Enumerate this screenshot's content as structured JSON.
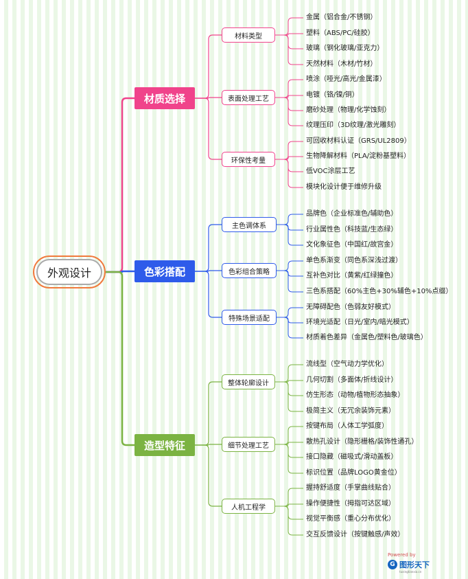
{
  "root": {
    "label": "外观设计"
  },
  "branches": [
    {
      "label": "材质选择",
      "color": "#f0438b",
      "subs": [
        {
          "label": "材料类型",
          "leaves": [
            "金属（铝合金/不锈钢）",
            "塑料（ABS/PC/硅胶）",
            "玻璃（钢化玻璃/亚克力）",
            "天然材料（木材/竹材）"
          ]
        },
        {
          "label": "表面处理工艺",
          "leaves": [
            "喷涂（哑光/高光/金属漆）",
            "电镀（铬/镍/铜）",
            "磨砂处理（物理/化学蚀刻）",
            "纹理压印（3D纹理/激光雕刻）"
          ]
        },
        {
          "label": "环保性考量",
          "leaves": [
            "可回收材料认证（GRS/UL2809）",
            "生物降解材料（PLA/淀粉基塑料）",
            "低VOC涂层工艺",
            "模块化设计便于维修升级"
          ]
        }
      ]
    },
    {
      "label": "色彩搭配",
      "color": "#2e5bea",
      "subs": [
        {
          "label": "主色调体系",
          "leaves": [
            "品牌色（企业标准色/辅助色）",
            "行业属性色（科技蓝/生态绿）",
            "文化象征色（中国红/故宫金）"
          ]
        },
        {
          "label": "色彩组合策略",
          "leaves": [
            "单色系渐变（同色系深浅过渡）",
            "互补色对比（黄紫/红绿撞色）",
            "三色系搭配（60%主色+30%辅色+10%点缀）"
          ]
        },
        {
          "label": "特殊场景适配",
          "leaves": [
            "无障碍配色（色弱友好模式）",
            "环境光适配（日光/室内/暗光模式）",
            "材质着色差异（金属色/塑料色/玻璃色）"
          ]
        }
      ]
    },
    {
      "label": "造型特征",
      "color": "#7bb342",
      "subs": [
        {
          "label": "整体轮廓设计",
          "leaves": [
            "流线型（空气动力学优化）",
            "几何切割（多面体/折线设计）",
            "仿生形态（动物/植物形态抽象）",
            "极简主义（无冗余装饰元素）"
          ]
        },
        {
          "label": "细节处理工艺",
          "leaves": [
            "按键布局（人体工学弧度）",
            "散热孔设计（隐形栅格/装饰性通孔）",
            "接口隐藏（磁吸式/滑动盖板）",
            "标识位置（品牌LOGO黄金位）"
          ]
        },
        {
          "label": "人机工程学",
          "leaves": [
            "握持舒适度（手掌曲线贴合）",
            "操作便捷性（拇指可达区域）",
            "视觉平衡感（重心分布优化）",
            "交互反馈设计（按键触感/声效）"
          ]
        }
      ]
    }
  ],
  "logo": {
    "powered": "Powered by",
    "name": "图形天下",
    "url": "tuxingtianxia.cn",
    "icon": "G"
  }
}
